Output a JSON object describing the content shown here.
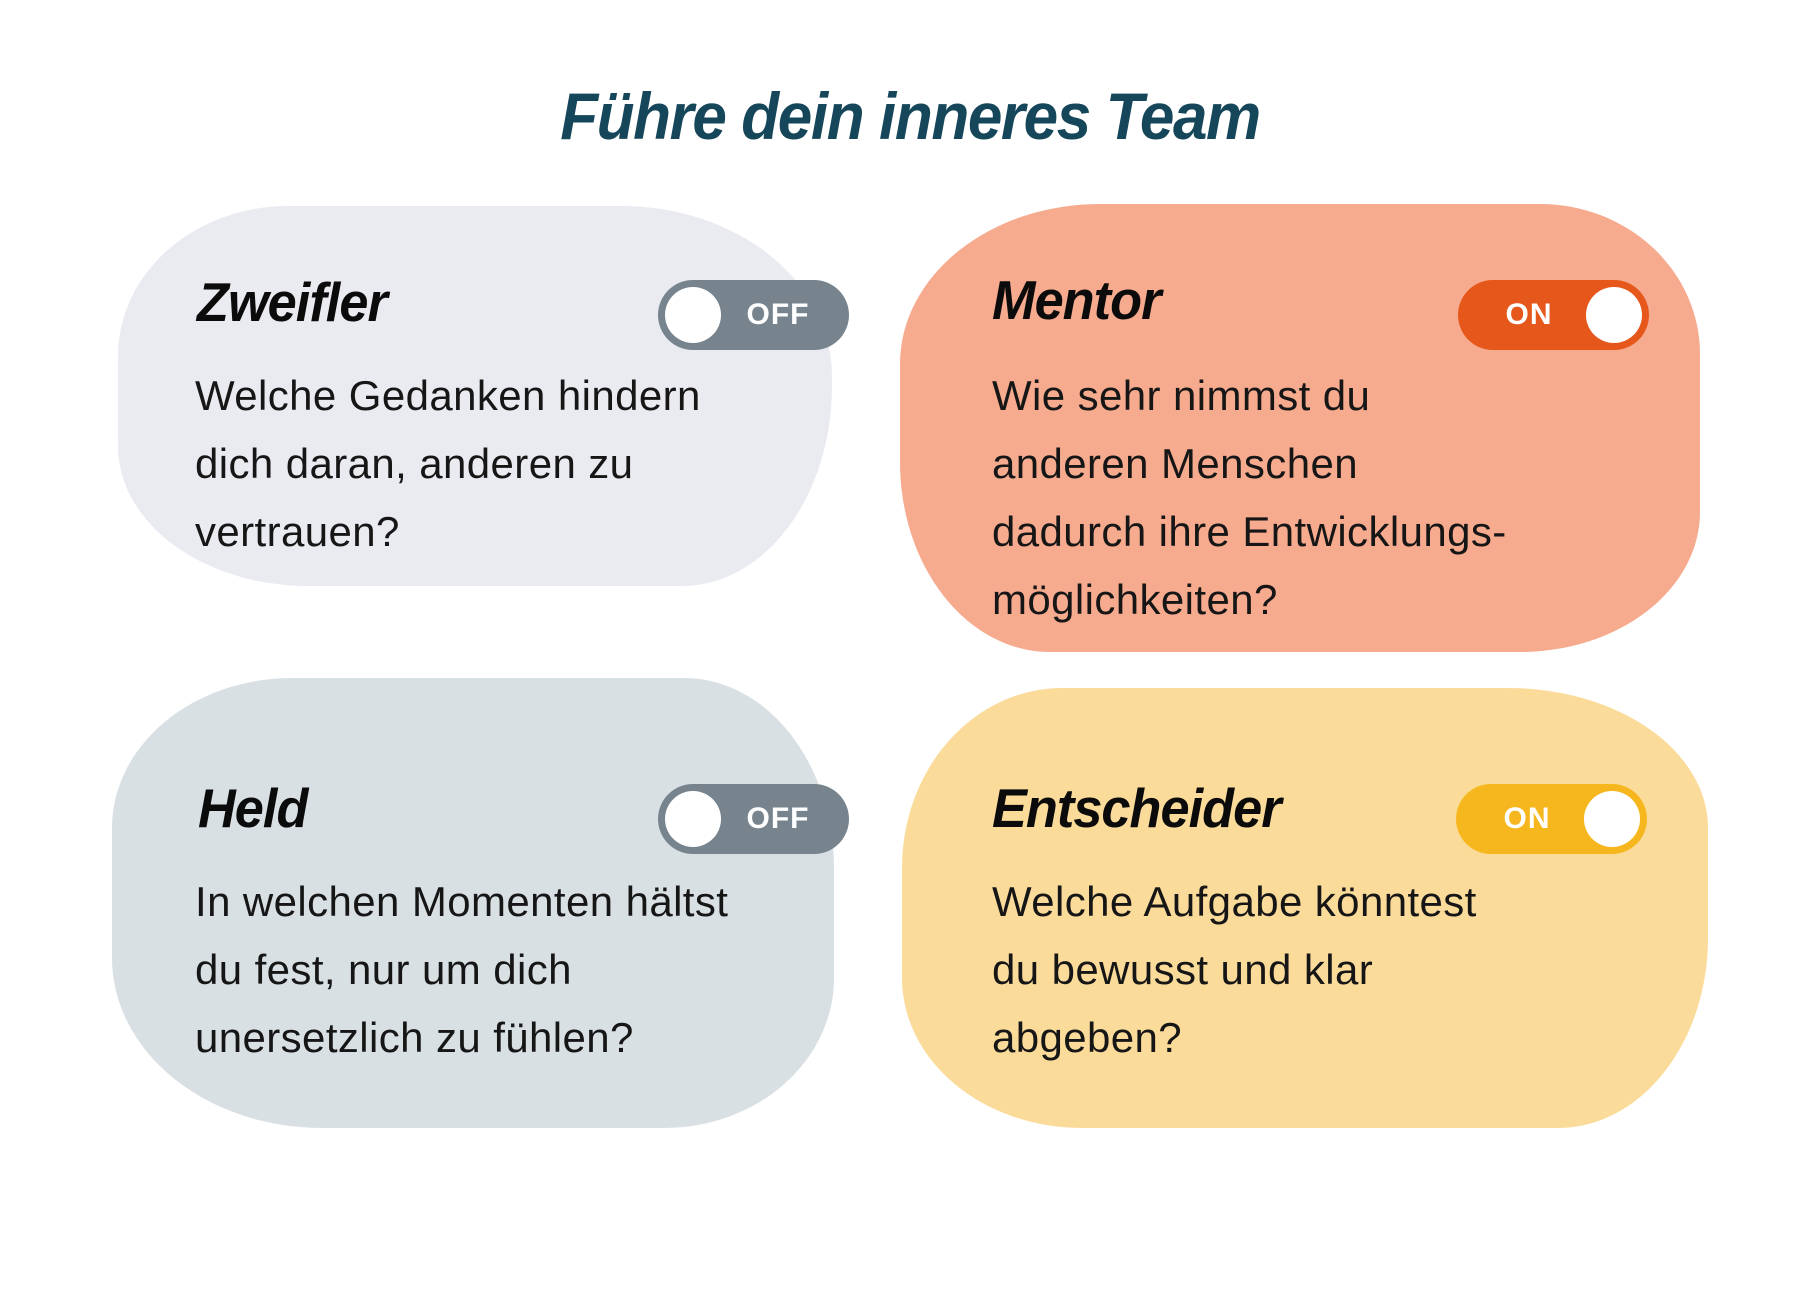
{
  "page": {
    "title": "Führe dein inneres Team",
    "title_color": "#16465a",
    "background": "#ffffff"
  },
  "cards": [
    {
      "id": "zweifler",
      "title": "Zweifler",
      "question_lines": [
        "Welche Gedanken hindern",
        "dich daran, anderen zu",
        "vertrauen?"
      ],
      "toggle": {
        "state": "off",
        "label": "OFF"
      },
      "colors": {
        "card": "#eaebf1",
        "toggle": "#77848e",
        "knob": "#ffffff"
      }
    },
    {
      "id": "mentor",
      "title": "Mentor",
      "question_lines": [
        "Wie sehr nimmst du",
        "anderen Menschen",
        "dadurch ihre Entwicklungs-",
        "möglichkeiten?"
      ],
      "toggle": {
        "state": "on",
        "label": "ON"
      },
      "colors": {
        "card": "#f6aa8e",
        "toggle": "#e5571b",
        "knob": "#ffffff"
      }
    },
    {
      "id": "held",
      "title": "Held",
      "question_lines": [
        "In welchen Momenten hältst",
        "du fest, nur um dich",
        "unersetzlich zu fühlen?"
      ],
      "toggle": {
        "state": "off",
        "label": "OFF"
      },
      "colors": {
        "card": "#d9e0e4",
        "toggle": "#77848e",
        "knob": "#ffffff"
      }
    },
    {
      "id": "entscheider",
      "title": "Entscheider",
      "question_lines": [
        "Welche Aufgabe könntest",
        "du bewusst und klar",
        "abgeben?"
      ],
      "toggle": {
        "state": "on",
        "label": "ON"
      },
      "colors": {
        "card": "#fbdb9a",
        "toggle": "#f6b71e",
        "knob": "#ffffff"
      }
    }
  ]
}
